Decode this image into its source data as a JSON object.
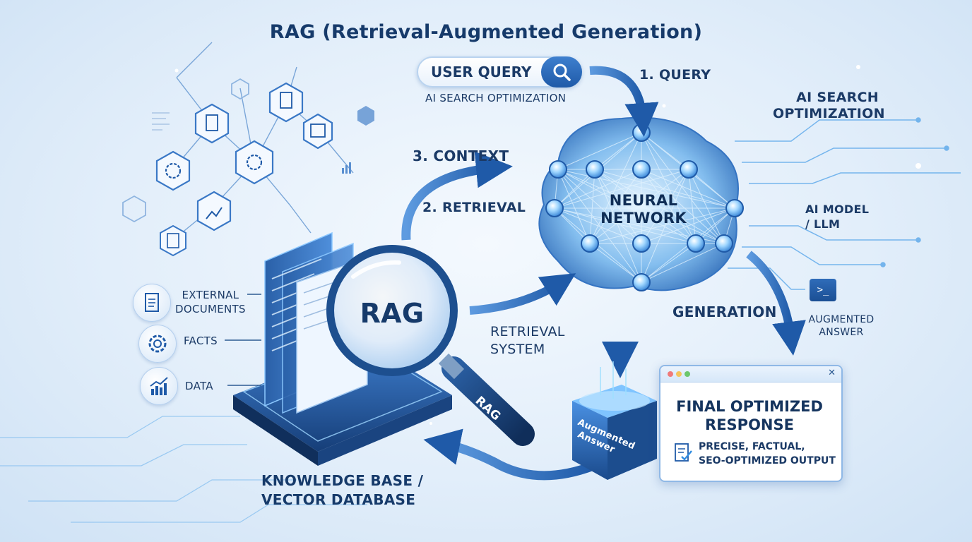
{
  "title": "RAG (Retrieval-Augmented Generation)",
  "user_query": {
    "label": "USER QUERY",
    "subtitle": "AI SEARCH OPTIMIZATION"
  },
  "steps": {
    "query": "1. QUERY",
    "retrieval": "2. RETRIEVAL",
    "context": "3. CONTEXT",
    "generation": "GENERATION"
  },
  "neural_network": {
    "line1": "NEURAL",
    "line2": "NETWORK"
  },
  "right_labels": {
    "ai_search_1": "AI SEARCH",
    "ai_search_2": "OPTIMIZATION",
    "ai_model_1": "AI MODEL",
    "ai_model_2": "/ LLM",
    "augmented_1": "AUGMENTED",
    "augmented_2": "ANSWER"
  },
  "magnifier": {
    "center_label": "RAG",
    "handle_label": "RAG"
  },
  "retrieval_system": {
    "line1": "RETRIEVAL",
    "line2": "SYSTEM"
  },
  "sources": {
    "external_1": "EXTERNAL",
    "external_2": "DOCUMENTS",
    "facts": "FACTS",
    "data": "DATA"
  },
  "knowledge_base": {
    "line1": "KNOWLEDGE BASE /",
    "line2": "VECTOR DATABASE"
  },
  "answer_box": {
    "line1": "Augmented",
    "line2": "Answer"
  },
  "final_response": {
    "title_1": "FINAL OPTIMIZED",
    "title_2": "RESPONSE",
    "desc_1": "PRECISE, FACTUAL,",
    "desc_2": "SEO-OPTIMIZED OUTPUT",
    "close_glyph": "✕"
  },
  "terminal_glyph": ">_",
  "colors": {
    "primary": "#1f5aa8",
    "accent": "#3a8be0",
    "glow": "#8fd0ff",
    "text": "#163a6a",
    "background": "#e6f0fa"
  }
}
